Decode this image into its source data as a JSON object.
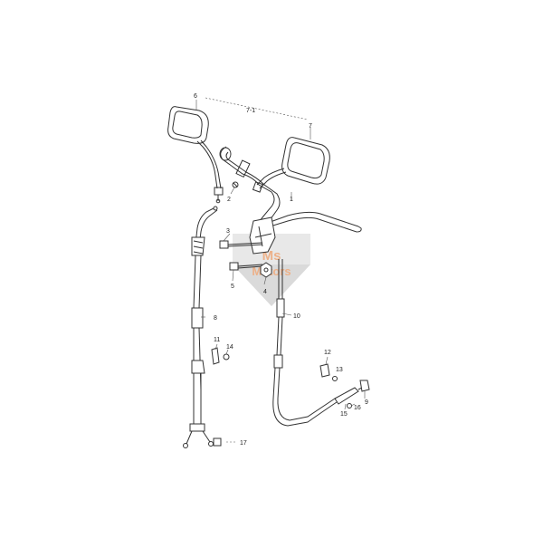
{
  "callouts": [
    {
      "id": "6",
      "label": "6"
    },
    {
      "id": "7-1",
      "label": "7-1"
    },
    {
      "id": "7",
      "label": "7"
    },
    {
      "id": "1",
      "label": "1"
    },
    {
      "id": "2",
      "label": "2"
    },
    {
      "id": "3",
      "label": "3"
    },
    {
      "id": "4",
      "label": "4"
    },
    {
      "id": "5",
      "label": "5"
    },
    {
      "id": "8",
      "label": "8"
    },
    {
      "id": "10",
      "label": "10"
    },
    {
      "id": "11",
      "label": "11"
    },
    {
      "id": "14",
      "label": "14"
    },
    {
      "id": "12",
      "label": "12"
    },
    {
      "id": "13",
      "label": "13"
    },
    {
      "id": "9",
      "label": "9"
    },
    {
      "id": "16",
      "label": "16"
    },
    {
      "id": "15",
      "label": "15"
    },
    {
      "id": "17",
      "label": "17"
    }
  ],
  "watermark": {
    "line1": "Ms",
    "line2": "Motors",
    "color": "#e0732a",
    "logo": "diamond-logo"
  }
}
